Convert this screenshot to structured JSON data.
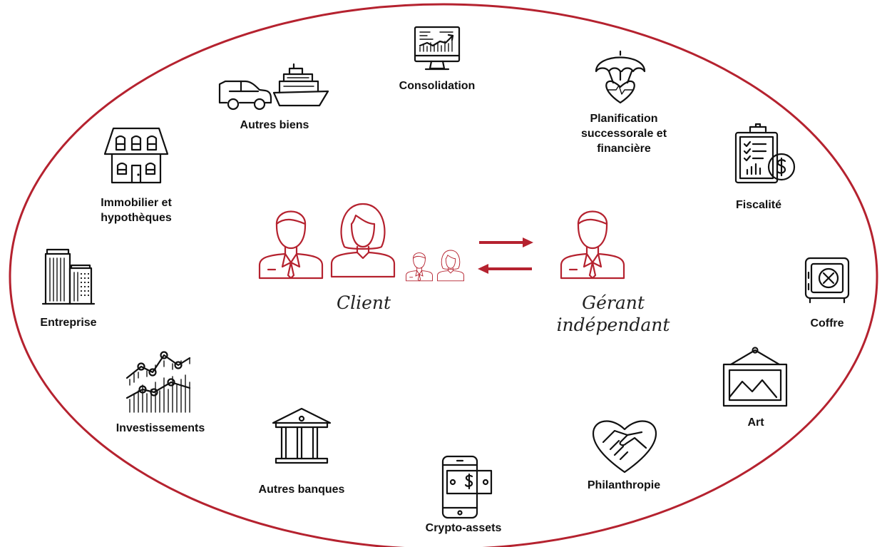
{
  "colors": {
    "accent": "#b5222f",
    "icon": "#111111",
    "background": "#ffffff"
  },
  "center": {
    "client_label": "Client",
    "manager_label_line1": "Gérant",
    "manager_label_line2": "indépendant"
  },
  "items": {
    "consolidation": {
      "label": "Consolidation",
      "icon": "monitor-chart-icon"
    },
    "autres_biens": {
      "label": "Autres biens",
      "icon": "car-ship-icon"
    },
    "planification": {
      "line1": "Planification",
      "line2": "successorale et",
      "line3": "financière",
      "icon": "umbrella-heart-icon"
    },
    "immobilier": {
      "line1": "Immobilier et",
      "line2": "hypothèques",
      "icon": "house-icon"
    },
    "fiscalite": {
      "label": "Fiscalité",
      "icon": "clipboard-dollar-icon"
    },
    "entreprise": {
      "label": "Entreprise",
      "icon": "buildings-icon"
    },
    "coffre": {
      "label": "Coffre",
      "icon": "safe-icon"
    },
    "investissements": {
      "label": "Investissements",
      "icon": "line-chart-icon"
    },
    "art": {
      "label": "Art",
      "icon": "framed-picture-icon"
    },
    "autres_banques": {
      "label": "Autres banques",
      "icon": "bank-icon"
    },
    "philanthropie": {
      "label": "Philanthropie",
      "icon": "heart-handshake-icon"
    },
    "crypto": {
      "label": "Crypto-assets",
      "icon": "phone-money-icon"
    }
  }
}
